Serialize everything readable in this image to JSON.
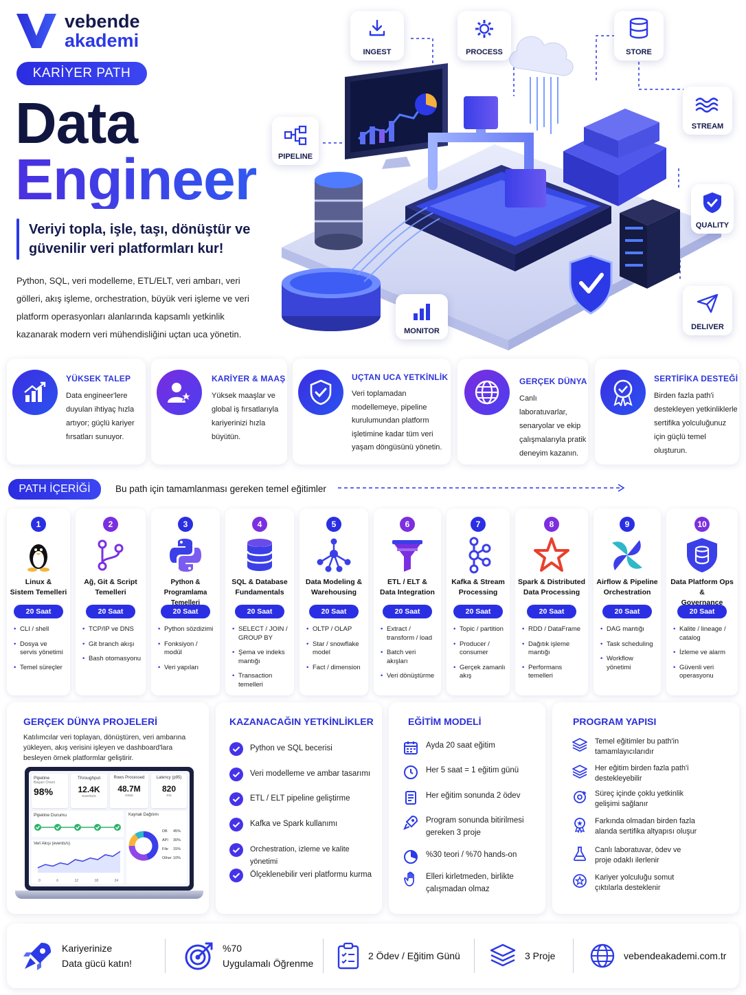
{
  "brand": {
    "line1": "vebende",
    "line2": "akademi"
  },
  "badge": "KARİYER PATH",
  "title": {
    "line1": "Data",
    "line2": "Engineer"
  },
  "tagline": {
    "line1": "Veriyi topla, işle, taşı, dönüştür ve",
    "line2": "güvenilir veri platformları kur!"
  },
  "intro": [
    "Python, SQL, veri modelleme, ETL/ELT, veri ambarı, veri",
    "gölleri, akış işleme, orchestration, büyük veri işleme ve veri",
    "platform operasyonları alanlarında kapsamlı yetkinlik",
    "kazanarak modern veri mühendisliğini uçtan uca yönetin."
  ],
  "pipeline_tiles": {
    "ingest": "INGEST",
    "process": "PROCESS",
    "store": "STORE",
    "pipeline": "PIPELINE",
    "stream": "STREAM",
    "quality": "QUALITY",
    "monitor": "MONITOR",
    "deliver": "DELIVER"
  },
  "features": [
    {
      "title": "YÜKSEK TALEP",
      "lines": [
        "Data engineer'lere",
        "duyulan ihtiyaç hızla",
        "artıyor; güçlü kariyer",
        "fırsatları sunuyor."
      ],
      "icon": "chart-up-icon"
    },
    {
      "title": "KARİYER & MAAŞ",
      "lines": [
        "Yüksek maaşlar ve",
        "global iş fırsatlarıyla",
        "kariyerinizi hızla",
        "büyütün."
      ],
      "icon": "user-star-icon"
    },
    {
      "title": "UÇTAN UCA YETKİNLİK",
      "lines": [
        "Veri toplamadan",
        "modellemeye, pipeline",
        "kurulumundan platform",
        "işletimine kadar tüm veri",
        "yaşam döngüsünü yönetin."
      ],
      "icon": "shield-check-icon"
    },
    {
      "title": "GERÇEK DÜNYA",
      "lines": [
        "Canlı laboratuvarlar,",
        "senaryolar ve ekip",
        "çalışmalarıyla pratik",
        "deneyim kazanın."
      ],
      "icon": "globe-icon"
    },
    {
      "title": "SERTİFİKA DESTEĞİ",
      "lines": [
        "Birden fazla path'i",
        "destekleyen yetkinliklerle",
        "sertifika yolculuğunuz",
        "için güçlü temel",
        "oluşturun."
      ],
      "icon": "certificate-icon"
    }
  ],
  "path": {
    "label": "PATH İÇERİĞİ",
    "subtitle": "Bu path için tamamlanması gereken temel eğitimler"
  },
  "modules": [
    {
      "num": "1",
      "name": [
        "Linux &",
        "Sistem Temelleri"
      ],
      "hours": "20 Saat",
      "items": [
        "CLI / shell",
        "Dosya ve servis yönetimi",
        "Temel süreçler"
      ],
      "icon": "linux-icon"
    },
    {
      "num": "2",
      "name": [
        "Ağ, Git & Script",
        "Temelleri"
      ],
      "hours": "20 Saat",
      "items": [
        "TCP/IP ve DNS",
        "Git branch akışı",
        "Bash otomasyonu"
      ],
      "icon": "git-icon"
    },
    {
      "num": "3",
      "name": [
        "Python &",
        "Programlama Temelleri"
      ],
      "hours": "20 Saat",
      "items": [
        "Python sözdizimi",
        "Fonksiyon / modül",
        "Veri yapıları"
      ],
      "icon": "python-icon"
    },
    {
      "num": "4",
      "name": [
        "SQL & Database",
        "Fundamentals"
      ],
      "hours": "20 Saat",
      "items": [
        "SELECT / JOIN / GROUP BY",
        "Şema ve indeks mantığı",
        "Transaction temelleri"
      ],
      "icon": "database-icon"
    },
    {
      "num": "5",
      "name": [
        "Data Modeling &",
        "Warehousing"
      ],
      "hours": "20 Saat",
      "items": [
        "OLTP / OLAP",
        "Star / snowflake model",
        "Fact / dimension"
      ],
      "icon": "network-icon"
    },
    {
      "num": "6",
      "name": [
        "ETL / ELT &",
        "Data Integration"
      ],
      "hours": "20 Saat",
      "items": [
        "Extract / transform / load",
        "Batch veri akışları",
        "Veri dönüştürme"
      ],
      "icon": "funnel-icon"
    },
    {
      "num": "7",
      "name": [
        "Kafka & Stream",
        "Processing"
      ],
      "hours": "20 Saat",
      "items": [
        "Topic / partition",
        "Producer / consumer",
        "Gerçek zamanlı akış"
      ],
      "icon": "kafka-icon"
    },
    {
      "num": "8",
      "name": [
        "Spark & Distributed",
        "Data Processing"
      ],
      "hours": "20 Saat",
      "items": [
        "RDD / DataFrame",
        "Dağıtık işleme mantığı",
        "Performans temelleri"
      ],
      "icon": "spark-star-icon"
    },
    {
      "num": "9",
      "name": [
        "Airflow & Pipeline",
        "Orchestration"
      ],
      "hours": "20 Saat",
      "items": [
        "DAG mantığı",
        "Task scheduling",
        "Workflow yönetimi"
      ],
      "icon": "airflow-icon"
    },
    {
      "num": "10",
      "name": [
        "Data Platform Ops &",
        "Governance"
      ],
      "hours": "20 Saat",
      "items": [
        "Kalite / lineage / catalog",
        "İzleme ve alarm",
        "Güvenli veri operasyonu"
      ],
      "icon": "shield-db-icon"
    }
  ],
  "projects": {
    "title": "GERÇEK DÜNYA PROJELERİ",
    "desc": [
      "Katılımcılar veri toplayan, dönüştüren, veri ambarına",
      "yükleyen, akış verisini işleyen ve dashboard'lara",
      "besleyen örnek platformlar geliştirir."
    ],
    "dashboard": {
      "kpis": [
        {
          "label": "Pipeline",
          "sub": "Başarı Oranı",
          "value": "98%"
        },
        {
          "label": "Throughput",
          "sub": "events/s",
          "value": "12.4K"
        },
        {
          "label": "Rows Processed",
          "sub": "rows",
          "value": "48.7M"
        },
        {
          "label": "Latency (p95)",
          "sub": "ms",
          "value": "820"
        }
      ],
      "status_label": "Pipeline Durumu",
      "flow_label": "Veri Akışı (events/s)",
      "flow_ticks": [
        "0",
        "6",
        "12",
        "18",
        "24"
      ],
      "flow_values": [
        3,
        5,
        4,
        6,
        5,
        8,
        7,
        9,
        8,
        11,
        10,
        13
      ],
      "source_label": "Kaynak Dağılımı",
      "sources": [
        {
          "name": "DB",
          "pct": "45%",
          "value": 45,
          "color": "#3b3fe8"
        },
        {
          "name": "API",
          "pct": "30%",
          "value": 30,
          "color": "#8d49e8"
        },
        {
          "name": "File",
          "pct": "15%",
          "value": 15,
          "color": "#f5b53a"
        },
        {
          "name": "Other",
          "pct": "10%",
          "value": 10,
          "color": "#2fb8c8"
        }
      ]
    }
  },
  "skills": {
    "title": "KAZANACAĞIN YETKİNLİKLER",
    "items": [
      "Python ve SQL becerisi",
      "Veri modelleme ve ambar tasarımı",
      "ETL / ELT pipeline geliştirme",
      "Kafka ve Spark kullanımı",
      "Orchestration, izleme ve kalite yönetimi",
      "Ölçeklenebilir veri platformu kurma"
    ]
  },
  "model": {
    "title": "EĞİTİM MODELİ",
    "items": [
      {
        "lines": [
          "Ayda 20 saat eğitim"
        ],
        "icon": "calendar-icon"
      },
      {
        "lines": [
          "Her 5 saat = 1 eğitim günü"
        ],
        "icon": "clock-icon"
      },
      {
        "lines": [
          "Her eğitim sonunda 2 ödev"
        ],
        "icon": "document-icon"
      },
      {
        "lines": [
          "Program sonunda bitirilmesi",
          "gereken 3 proje"
        ],
        "icon": "rocket-icon"
      },
      {
        "lines": [
          "%30 teori / %70 hands-on"
        ],
        "icon": "pie-icon"
      },
      {
        "lines": [
          "Elleri kirletmeden, birlikte",
          "çalışmadan olmaz"
        ],
        "icon": "hand-icon"
      }
    ]
  },
  "structure": {
    "title": "PROGRAM YAPISI",
    "items": [
      {
        "lines": [
          "Temel eğitimler bu path'in",
          "tamamlayıcılarıdır"
        ],
        "icon": "layers-icon"
      },
      {
        "lines": [
          "Her eğitim birden fazla path'i",
          "destekleyebilir"
        ],
        "icon": "layers-icon"
      },
      {
        "lines": [
          "Süreç içinde çoklu yetkinlik",
          "gelişimi sağlanır"
        ],
        "icon": "cycle-icon"
      },
      {
        "lines": [
          "Farkında olmadan birden fazla",
          "alanda sertifika altyapısı oluşur"
        ],
        "icon": "badge-icon"
      },
      {
        "lines": [
          "Canlı laboratuvar, ödev ve",
          "proje odaklı ilerlenir"
        ],
        "icon": "flask-icon"
      },
      {
        "lines": [
          "Kariyer yolculuğu somut",
          "çıktılarla desteklenir"
        ],
        "icon": "star-badge-icon"
      }
    ]
  },
  "footer": {
    "slogan": [
      "Kariyerinize",
      "Data gücü katın!"
    ],
    "practice": [
      "%70",
      "Uygulamalı Öğrenme"
    ],
    "homework": "2 Ödev / Eğitim Günü",
    "projects": "3 Proje",
    "website": "vebendeakademi.com.tr"
  }
}
